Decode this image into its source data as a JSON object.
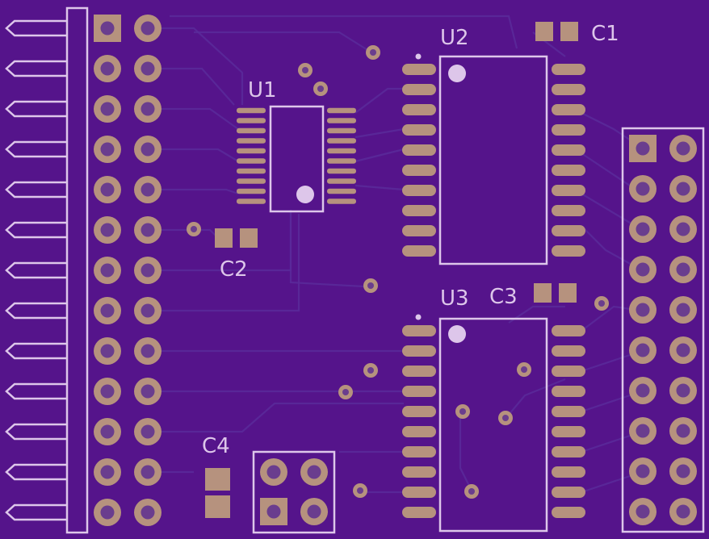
{
  "board": {
    "colors": {
      "substrate": "#55148b",
      "silkscreen": "#ddc6ea",
      "pad": "#b6927e",
      "drill": "#6a3d8e",
      "trace": "#5a2a9a"
    }
  },
  "components": {
    "u1": {
      "designator": "U1",
      "type": "tssop"
    },
    "u2": {
      "designator": "U2",
      "type": "soic"
    },
    "u3": {
      "designator": "U3",
      "type": "soic"
    },
    "c1": {
      "designator": "C1",
      "type": "capacitor-0603"
    },
    "c2": {
      "designator": "C2",
      "type": "capacitor-0603"
    },
    "c3": {
      "designator": "C3",
      "type": "capacitor-0603"
    },
    "c4": {
      "designator": "C4",
      "type": "capacitor-0805"
    }
  },
  "connectors": {
    "left_header": {
      "rows": 13,
      "cols": 2,
      "angled": true
    },
    "right_header": {
      "rows": 10,
      "cols": 2
    },
    "small_header": {
      "rows": 2,
      "cols": 2
    }
  }
}
